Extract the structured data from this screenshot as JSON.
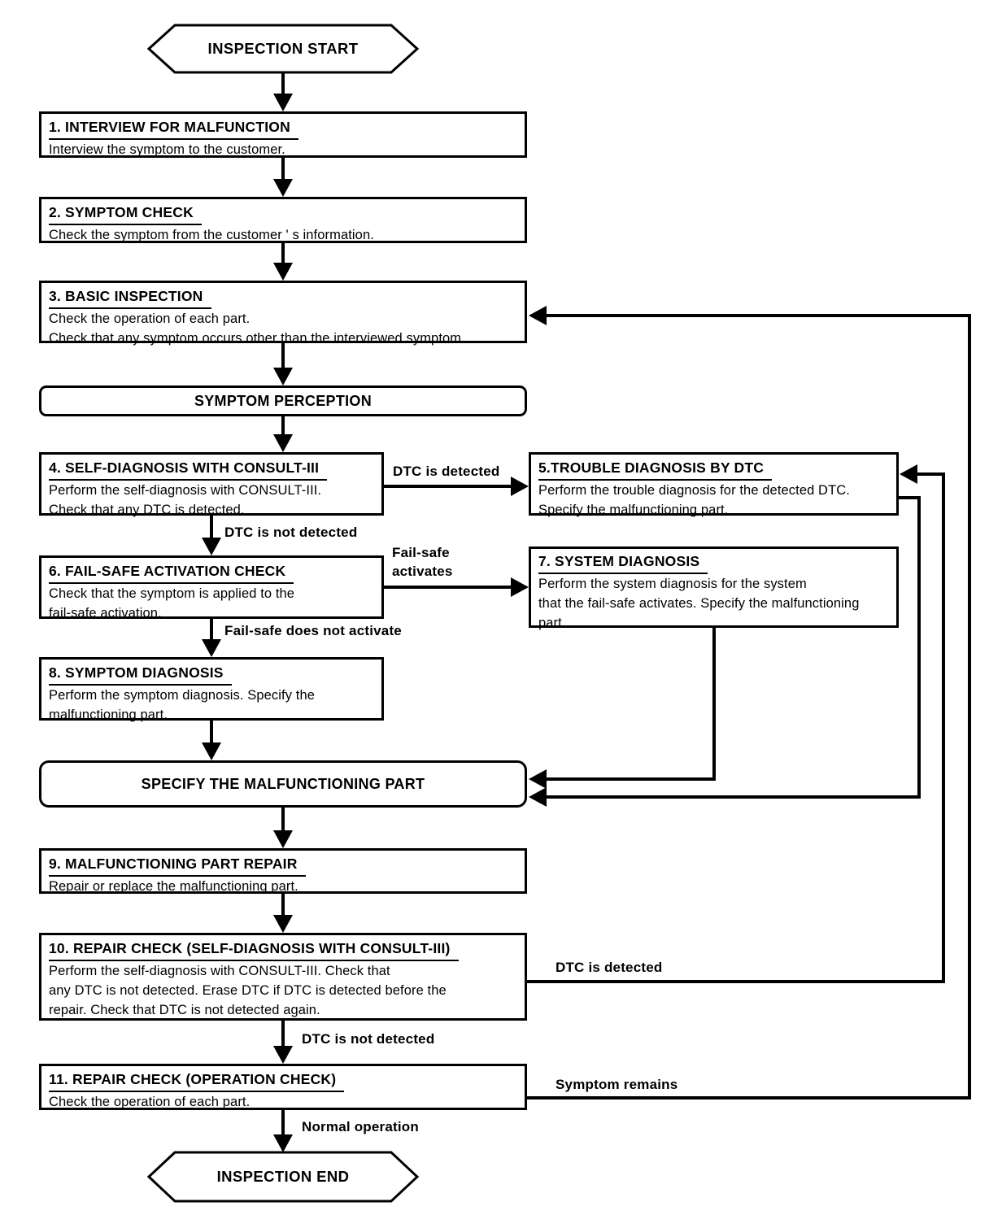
{
  "palette": {
    "ink": "#000000",
    "paper": "#ffffff"
  },
  "terminals": {
    "start": "INSPECTION START",
    "end": "INSPECTION END"
  },
  "milestones": {
    "symptom_perception": "SYMPTOM PERCEPTION",
    "specify": "SPECIFY THE MALFUNCTIONING PART"
  },
  "nodes": {
    "step1": {
      "title": "1. INTERVIEW FOR MALFUNCTION",
      "lines": [
        "Interview the symptom to the customer."
      ]
    },
    "step2": {
      "title": "2. SYMPTOM CHECK",
      "lines": [
        "Check the symptom from the customer ' s information."
      ]
    },
    "step3": {
      "title": "3. BASIC INSPECTION",
      "lines": [
        "Check the operation of each part.",
        "Check that any symptom occurs other than the interviewed symptom."
      ]
    },
    "step4": {
      "title": "4. SELF-DIAGNOSIS WITH CONSULT-III",
      "lines": [
        "Perform the self-diagnosis with CONSULT-III.",
        "Check that any DTC is detected."
      ]
    },
    "step5": {
      "title": "5.TROUBLE DIAGNOSIS BY DTC",
      "lines": [
        "Perform the trouble diagnosis for the detected DTC.",
        "Specify the malfunctioning part."
      ]
    },
    "step6": {
      "title": "6. FAIL-SAFE ACTIVATION CHECK",
      "lines": [
        "Check that the symptom is applied to the",
        "fail-safe activation."
      ]
    },
    "step7": {
      "title": "7. SYSTEM DIAGNOSIS",
      "lines": [
        "Perform the system diagnosis for the system",
        "that the fail-safe activates. Specify the malfunctioning",
        "part."
      ]
    },
    "step8": {
      "title": "8. SYMPTOM DIAGNOSIS",
      "lines": [
        "Perform the symptom diagnosis. Specify the",
        "malfunctioning part."
      ]
    },
    "step9": {
      "title": "9. MALFUNCTIONING PART REPAIR",
      "lines": [
        "Repair or replace the malfunctioning part."
      ]
    },
    "step10": {
      "title": "10. REPAIR CHECK (SELF-DIAGNOSIS WITH CONSULT-III)",
      "lines": [
        "Perform the self-diagnosis with CONSULT-III. Check that",
        "any DTC is not detected. Erase DTC if DTC is detected before the",
        "repair. Check that DTC is not detected again."
      ]
    },
    "step11": {
      "title": "11. REPAIR CHECK (OPERATION CHECK)",
      "lines": [
        "Check the operation of each part."
      ]
    }
  },
  "edge_labels": {
    "dtc_detected_top": "DTC is detected",
    "dtc_not_detected_top": "DTC is not detected",
    "failsafe_activates": [
      "Fail-safe",
      "activates"
    ],
    "failsafe_does_not_activate": "Fail-safe does not activate",
    "dtc_detected_bottom": "DTC is detected",
    "dtc_not_detected_bottom": "DTC is not detected",
    "symptom_remains": "Symptom remains",
    "normal_operation": "Normal operation"
  }
}
